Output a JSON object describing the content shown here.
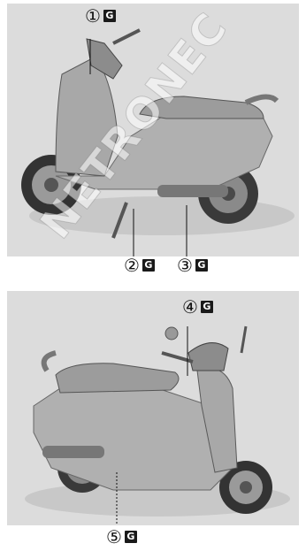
{
  "callouts": [
    {
      "num": "①",
      "badge": "G"
    },
    {
      "num": "②",
      "badge": "G"
    },
    {
      "num": "③",
      "badge": "G"
    },
    {
      "num": "④",
      "badge": "G"
    },
    {
      "num": "⑤",
      "badge": "G"
    }
  ],
  "watermark": "NETRONEC"
}
